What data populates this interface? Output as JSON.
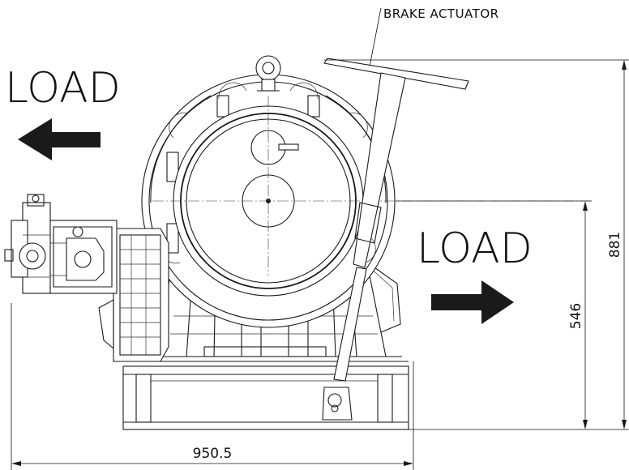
{
  "labels": {
    "load_left": "LOAD",
    "load_right": "LOAD",
    "brake_actuator": "BRAKE ACTUATOR"
  },
  "dimensions": {
    "overall_width": "950.5",
    "overall_height": "881",
    "center_height": "546"
  }
}
